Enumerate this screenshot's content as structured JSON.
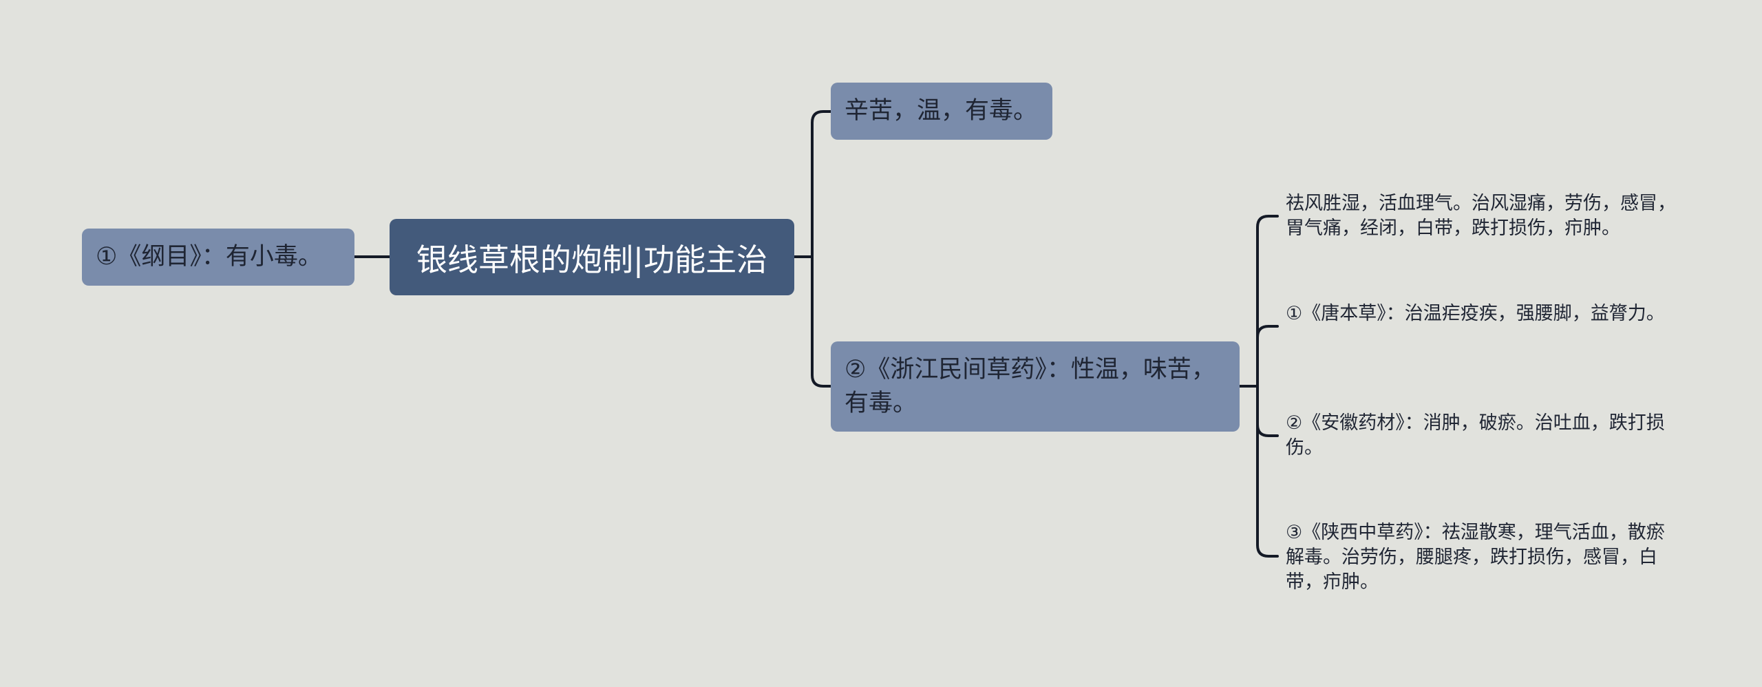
{
  "mindmap": {
    "root": {
      "label": "银线草根的炮制|功能主治"
    },
    "left": {
      "label": "①《纲目》：有小毒。"
    },
    "right": [
      {
        "label": "辛苦，温，有毒。"
      },
      {
        "label": "②《浙江民间草药》：性温，味苦，有毒。",
        "children": [
          "祛风胜湿，活血理气。治风湿痛，劳伤，感冒，胃气痛，经闭，白带，跌打损伤，疖肿。",
          "①《唐本草》：治温疟疫疾，强腰脚，益膂力。",
          "②《安徽药材》：消肿，破瘀。治吐血，跌打损伤。",
          "③《陕西中草药》：祛湿散寒，理气活血，散瘀解毒。治劳伤，腰腿疼，跌打损伤，感冒，白带，疖肿。"
        ]
      }
    ],
    "colors": {
      "background": "#e1e2dd",
      "root_fill": "#435a7b",
      "branch_fill": "#7a8cab",
      "connector": "#141a26",
      "text_dark": "#1f2533",
      "text_light": "#ffffff"
    }
  }
}
